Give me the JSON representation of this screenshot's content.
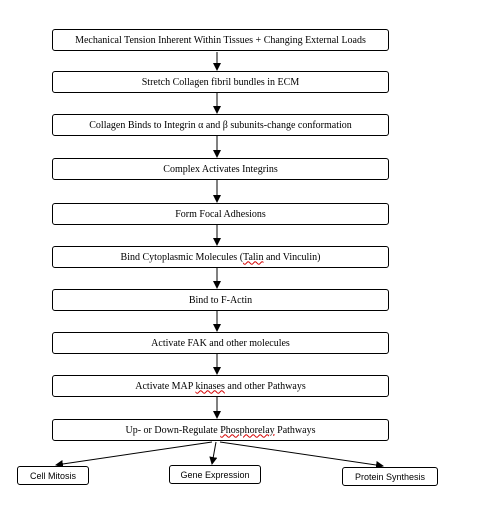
{
  "steps": [
    {
      "text": "Mechanical Tension Inherent Within Tissues + Changing External Loads"
    },
    {
      "text": "Stretch Collagen fibril bundles in ECM"
    },
    {
      "text": "Collagen Binds to Integrin α and β subunits-change  conformation"
    },
    {
      "text": "Complex Activates Integrins"
    },
    {
      "text": "Form Focal Adhesions"
    },
    {
      "pre": "Bind Cytoplasmic Molecules (",
      "mark": "Talin",
      "post": " and  Vinculin)"
    },
    {
      "text": "Bind to F-Actin"
    },
    {
      "text": "Activate FAK and other molecules"
    },
    {
      "pre": "Activate MAP ",
      "mark": "kinases",
      "post": " and other Pathways"
    },
    {
      "pre": "Up- or Down-Regulate  ",
      "mark": "Phosphorelay",
      "post": " Pathways"
    }
  ],
  "outcomes": [
    {
      "text": "Cell Mitosis"
    },
    {
      "text": "Gene Expression"
    },
    {
      "text": "Protein Synthesis"
    }
  ],
  "colors": {
    "line": "#000000",
    "background": "#ffffff",
    "spellcheck_underline": "#d40000"
  }
}
